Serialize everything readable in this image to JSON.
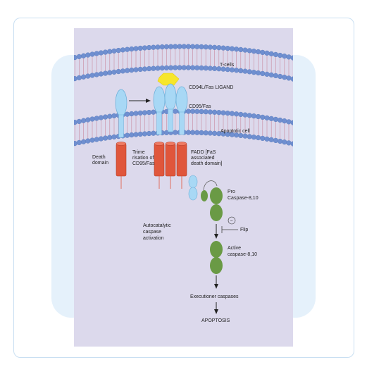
{
  "labels": {
    "t_cells": "T-cells",
    "ligand": "CD94L/Fas LIGAND",
    "receptor": "CD95/Fas",
    "apoptotic_cell": "Apoptotic cell",
    "death_domain": [
      "Death",
      "domain"
    ],
    "trimerisation": [
      "Trime",
      "risation of",
      "CD95/Fas"
    ],
    "fadd": [
      "FADD [FaS",
      "associated",
      "death domain]"
    ],
    "pro_caspase": [
      "Pro",
      "Caspase-8,10"
    ],
    "autocatalytic": [
      "Autocatalytic",
      "caspase",
      "activation"
    ],
    "flip": "Flip",
    "inhibit_symbol": "−",
    "active_caspase": [
      "Active",
      "caspase-8,10"
    ],
    "executioner": "Executioner caspases",
    "apoptosis": "APOPTOSIS"
  },
  "colors": {
    "panel": "#dcd9ec",
    "lipid_head": "#6f8fd0",
    "receptor": "#a8d8f5",
    "death_domain": "#e0563b",
    "ligand": "#f7e62b",
    "caspase": "#6a9a45",
    "tail": "#c98aa0"
  }
}
